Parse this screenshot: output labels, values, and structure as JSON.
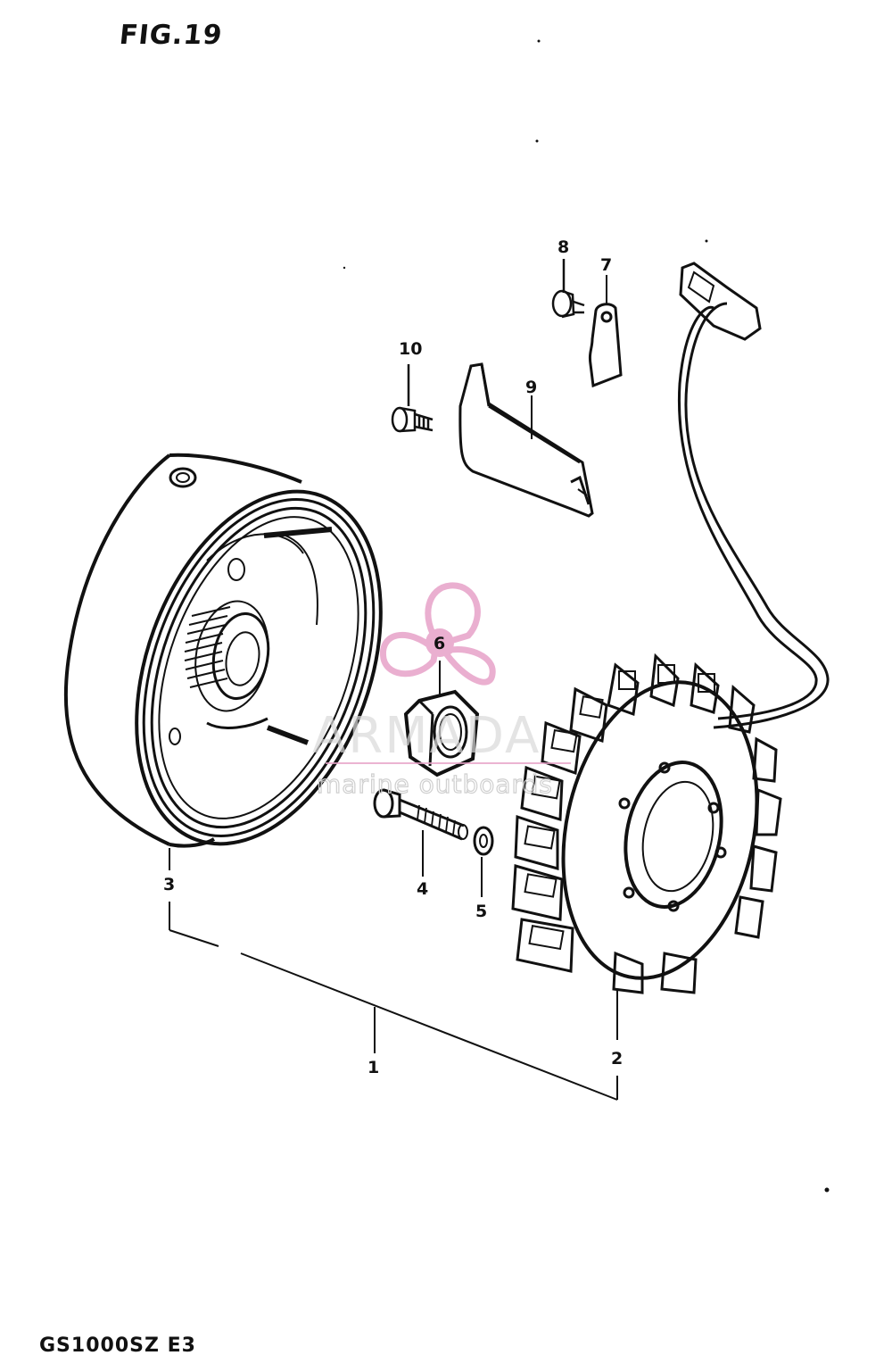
{
  "figure": {
    "title": "FIG.19",
    "model_code": "GS1000SZ E3"
  },
  "callouts": [
    {
      "id": "1",
      "label": "1"
    },
    {
      "id": "2",
      "label": "2"
    },
    {
      "id": "3",
      "label": "3"
    },
    {
      "id": "4",
      "label": "4"
    },
    {
      "id": "5",
      "label": "5"
    },
    {
      "id": "6",
      "label": "6"
    },
    {
      "id": "7",
      "label": "7"
    },
    {
      "id": "8",
      "label": "8"
    },
    {
      "id": "9",
      "label": "9"
    },
    {
      "id": "10",
      "label": "10"
    }
  ],
  "watermark": {
    "brand": "ARMADA",
    "tagline": "marine outboards",
    "accent_color": "#e7a2c8"
  },
  "colors": {
    "line": "#111111",
    "background": "#ffffff"
  }
}
